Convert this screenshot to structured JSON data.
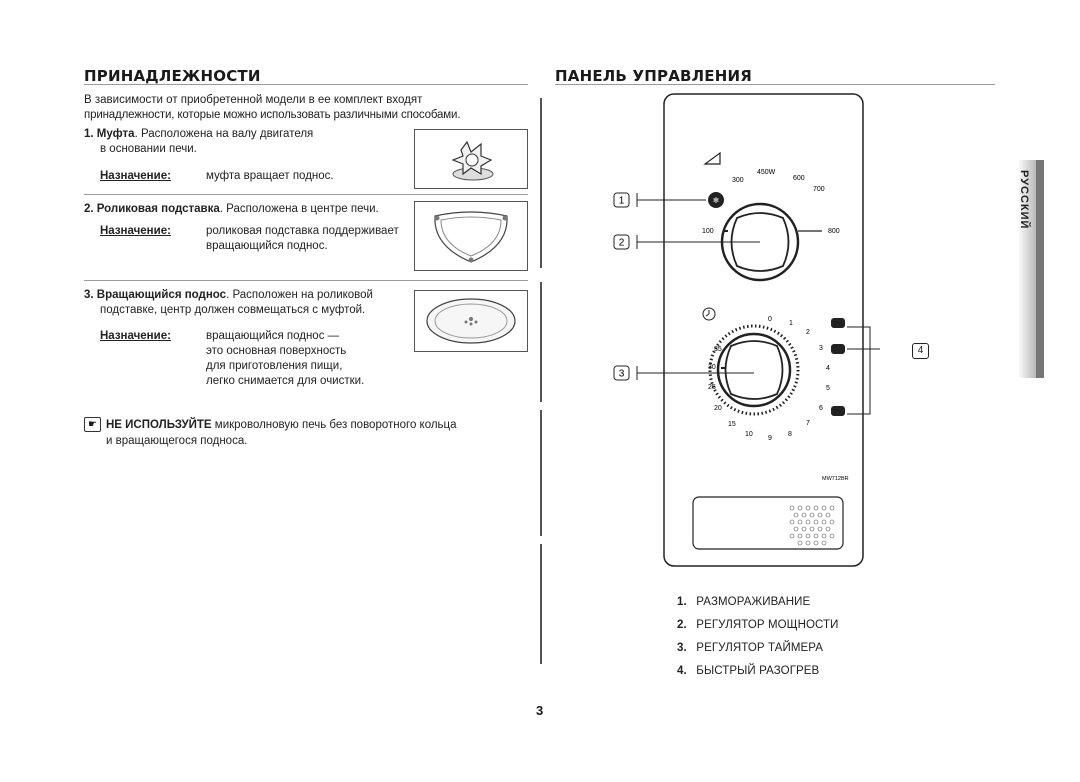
{
  "left": {
    "heading": "ПРИНАДЛЕЖНОСТИ",
    "intro": [
      "В зависимости от приобретенной модели в ее комплект входят",
      "принадлежности, которые можно использовать различными способами."
    ],
    "items": [
      {
        "num": "1.",
        "name": "Муфта",
        "desc_first": ". Расположена на валу двигателя",
        "desc_rest": [
          "в основании печи."
        ],
        "purpose_label": "Назначение:",
        "purpose": [
          "муфта вращает поднос."
        ],
        "image_icon": "coupler-icon"
      },
      {
        "num": "2.",
        "name": "Роликовая подставка",
        "desc_first": ". Расположена в центре печи.",
        "desc_rest": [],
        "purpose_label": "Назначение:",
        "purpose": [
          "роликовая подставка поддерживает",
          "вращающийся поднос."
        ],
        "image_icon": "roller-ring-icon"
      },
      {
        "num": "3.",
        "name": "Вращающийся поднос",
        "desc_first": ". Расположен на роликовой",
        "desc_rest": [
          "подставке, центр должен совмещаться с муфтой."
        ],
        "purpose_label": "Назначение:",
        "purpose": [
          "вращающийся поднос —",
          "это основная поверхность",
          "для приготовления пищи,",
          "легко снимается для очистки."
        ],
        "image_icon": "turntable-icon"
      }
    ],
    "note": {
      "icon": "pointing-hand-icon",
      "strong": "НЕ ИСПОЛЬЗУЙТЕ",
      "line1": " микроволновую печь без поворотного кольца",
      "line2": "и вращающегося подноса."
    }
  },
  "right": {
    "heading": "ПАНЕЛЬ УПРАВЛЕНИЯ",
    "panel": {
      "power_labels": [
        "300",
        "450W",
        "600",
        "700",
        "100",
        "800"
      ],
      "timer_labels": [
        "0",
        "1",
        "2",
        "3",
        "4",
        "5",
        "6",
        "7",
        "8",
        "9",
        "10",
        "15",
        "20",
        "25",
        "30",
        "35"
      ],
      "model": "MW712BR",
      "callouts": [
        "1",
        "2",
        "3",
        "4"
      ]
    },
    "legend": [
      {
        "num": "1.",
        "label": "РАЗМОРАЖИВАНИЕ"
      },
      {
        "num": "2.",
        "label": "РЕГУЛЯТОР МОЩНОСТИ"
      },
      {
        "num": "3.",
        "label": "РЕГУЛЯТОР ТАЙМЕРА"
      },
      {
        "num": "4.",
        "label": "БЫСТРЫЙ РАЗОГРЕВ"
      }
    ]
  },
  "sidebar_tab": "РУССКИЙ",
  "page_number": "3"
}
